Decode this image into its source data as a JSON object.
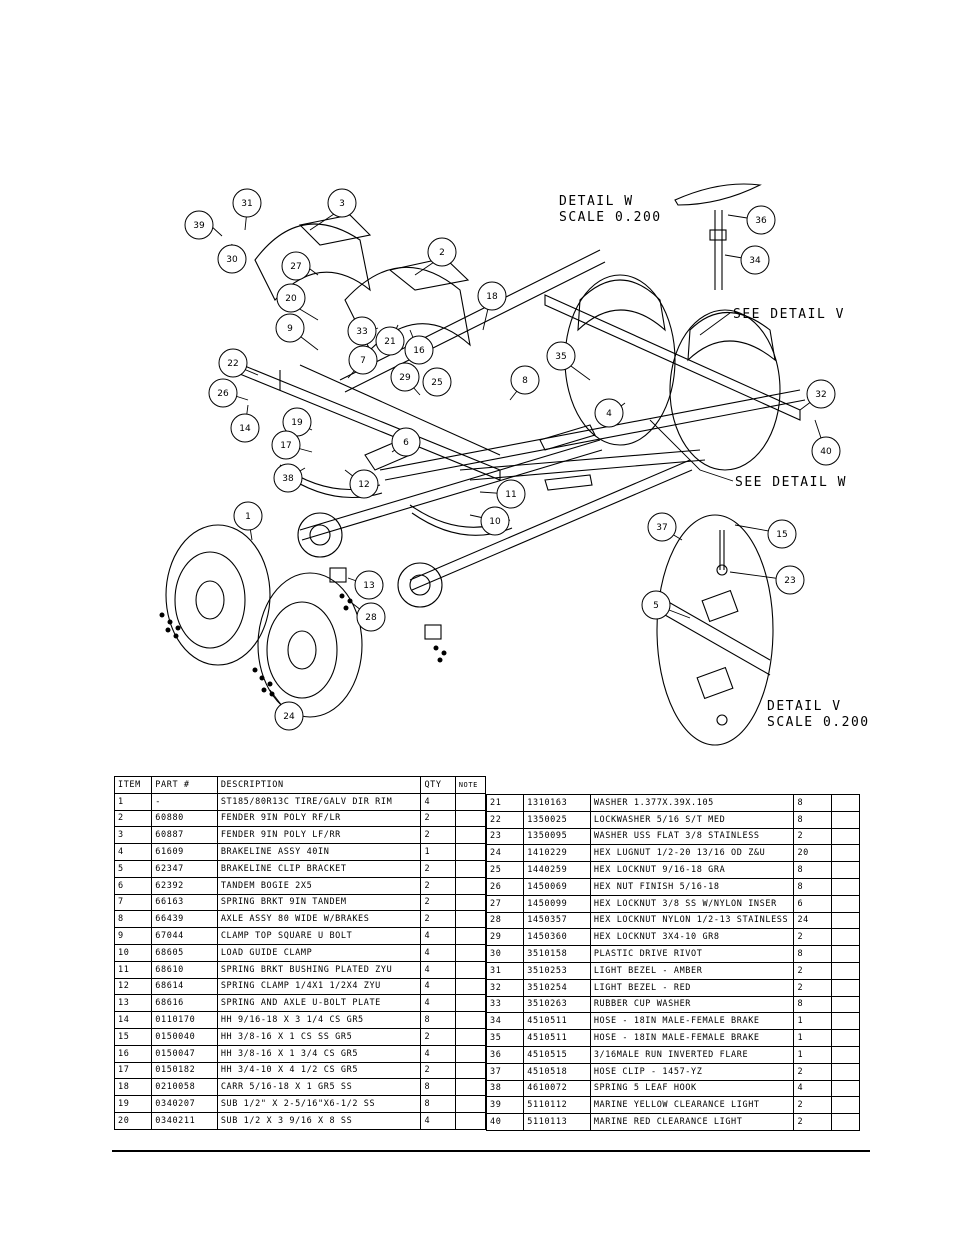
{
  "details": {
    "w_label": "DETAIL  W",
    "w_scale": "SCALE  0.200",
    "v_label": "DETAIL  V",
    "v_scale": "SCALE  0.200",
    "see_v": "SEE DETAIL  V",
    "see_w": "SEE DETAIL  W"
  },
  "callouts": [
    "39",
    "31",
    "3",
    "30",
    "27",
    "2",
    "20",
    "18",
    "33",
    "9",
    "21",
    "16",
    "22",
    "7",
    "26",
    "29",
    "25",
    "8",
    "35",
    "4",
    "32",
    "14",
    "19",
    "40",
    "6",
    "17",
    "38",
    "12",
    "11",
    "10",
    "37",
    "15",
    "1",
    "23",
    "13",
    "28",
    "5",
    "24",
    "36",
    "34"
  ],
  "bom": {
    "headers": [
      "ITEM",
      "PART #",
      "DESCRIPTION",
      "QTY",
      "NOTE"
    ],
    "left_rows": [
      [
        "1",
        "-",
        "ST185/80R13C TIRE/GALV DIR RIM",
        "4",
        ""
      ],
      [
        "2",
        "60880",
        "FENDER  9IN POLY RF/LR",
        "2",
        ""
      ],
      [
        "3",
        "60887",
        "FENDER  9IN POLY LF/RR",
        "2",
        ""
      ],
      [
        "4",
        "61609",
        "BRAKELINE ASSY  40IN",
        "1",
        ""
      ],
      [
        "5",
        "62347",
        "BRAKELINE CLIP BRACKET",
        "2",
        ""
      ],
      [
        "6",
        "62392",
        "TANDEM BOGIE   2X5",
        "2",
        ""
      ],
      [
        "7",
        "66163",
        "SPRING BRKT   9IN TANDEM",
        "2",
        ""
      ],
      [
        "8",
        "66439",
        "AXLE ASSY 80 WIDE W/BRAKES",
        "2",
        ""
      ],
      [
        "9",
        "67044",
        "CLAMP TOP SQUARE U BOLT",
        "4",
        ""
      ],
      [
        "10",
        "68605",
        "LOAD GUIDE CLAMP",
        "4",
        ""
      ],
      [
        "11",
        "68610",
        "SPRING BRKT BUSHING PLATED ZYU",
        "4",
        ""
      ],
      [
        "12",
        "68614",
        "SPRING CLAMP   1/4X1 1/2X4  ZYU",
        "4",
        ""
      ],
      [
        "13",
        "68616",
        "SPRING AND AXLE U-BOLT PLATE",
        "4",
        ""
      ],
      [
        "14",
        "0110170",
        "HH 9/16-18 X 3 1/4 CS GR5",
        "8",
        ""
      ],
      [
        "15",
        "0150040",
        "HH 3/8-16 X 1 CS SS GR5",
        "2",
        ""
      ],
      [
        "16",
        "0150047",
        "HH 3/8-16 X 1 3/4 CS GR5",
        "4",
        ""
      ],
      [
        "17",
        "0150182",
        "HH 3/4-10 X 4 1/2 CS GR5",
        "2",
        ""
      ],
      [
        "18",
        "0210058",
        "CARR 5/16-18 X 1 GR5 SS",
        "8",
        ""
      ],
      [
        "19",
        "0340207",
        "SUB 1/2\" X 2-5/16\"X6-1/2 SS",
        "8",
        ""
      ],
      [
        "20",
        "0340211",
        "SUB 1/2 X 3 9/16 X 8 SS",
        "4",
        ""
      ]
    ],
    "right_rows": [
      [
        "21",
        "1310163",
        "WASHER 1.377X.39X.105",
        "8",
        ""
      ],
      [
        "22",
        "1350025",
        "LOCKWASHER 5/16 S/T MED",
        "8",
        ""
      ],
      [
        "23",
        "1350095",
        "WASHER USS FLAT 3/8 STAINLESS",
        "2",
        ""
      ],
      [
        "24",
        "1410229",
        "HEX LUGNUT 1/2-20 13/16 OD Z&U",
        "20",
        ""
      ],
      [
        "25",
        "1440259",
        "HEX LOCKNUT 9/16-18 GRA",
        "8",
        ""
      ],
      [
        "26",
        "1450069",
        "HEX NUT FINISH 5/16-18",
        "8",
        ""
      ],
      [
        "27",
        "1450099",
        "HEX LOCKNUT 3/8 SS W/NYLON INSER",
        "6",
        ""
      ],
      [
        "28",
        "1450357",
        "HEX LOCKNUT NYLON 1/2-13 STAINLESS",
        "24",
        ""
      ],
      [
        "29",
        "1450360",
        "HEX LOCKNUT 3X4-10 GR8",
        "2",
        ""
      ],
      [
        "30",
        "3510158",
        "PLASTIC DRIVE RIVOT",
        "8",
        ""
      ],
      [
        "31",
        "3510253",
        "LIGHT BEZEL - AMBER",
        "2",
        ""
      ],
      [
        "32",
        "3510254",
        "LIGHT BEZEL - RED",
        "2",
        ""
      ],
      [
        "33",
        "3510263",
        "RUBBER CUP WASHER",
        "8",
        ""
      ],
      [
        "34",
        "4510511",
        "HOSE - 18IN MALE-FEMALE BRAKE",
        "1",
        ""
      ],
      [
        "35",
        "4510511",
        "HOSE - 18IN MALE-FEMALE BRAKE",
        "1",
        ""
      ],
      [
        "36",
        "4510515",
        "3/16MALE RUN INVERTED FLARE",
        "1",
        ""
      ],
      [
        "37",
        "4510518",
        "HOSE CLIP - 1457-YZ",
        "2",
        ""
      ],
      [
        "38",
        "4610072",
        "SPRING  5 LEAF HOOK",
        "4",
        ""
      ],
      [
        "39",
        "5110112",
        "MARINE YELLOW CLEARANCE LIGHT",
        "2",
        ""
      ],
      [
        "40",
        "5110113",
        "MARINE RED CLEARANCE LIGHT",
        "2",
        ""
      ]
    ]
  }
}
